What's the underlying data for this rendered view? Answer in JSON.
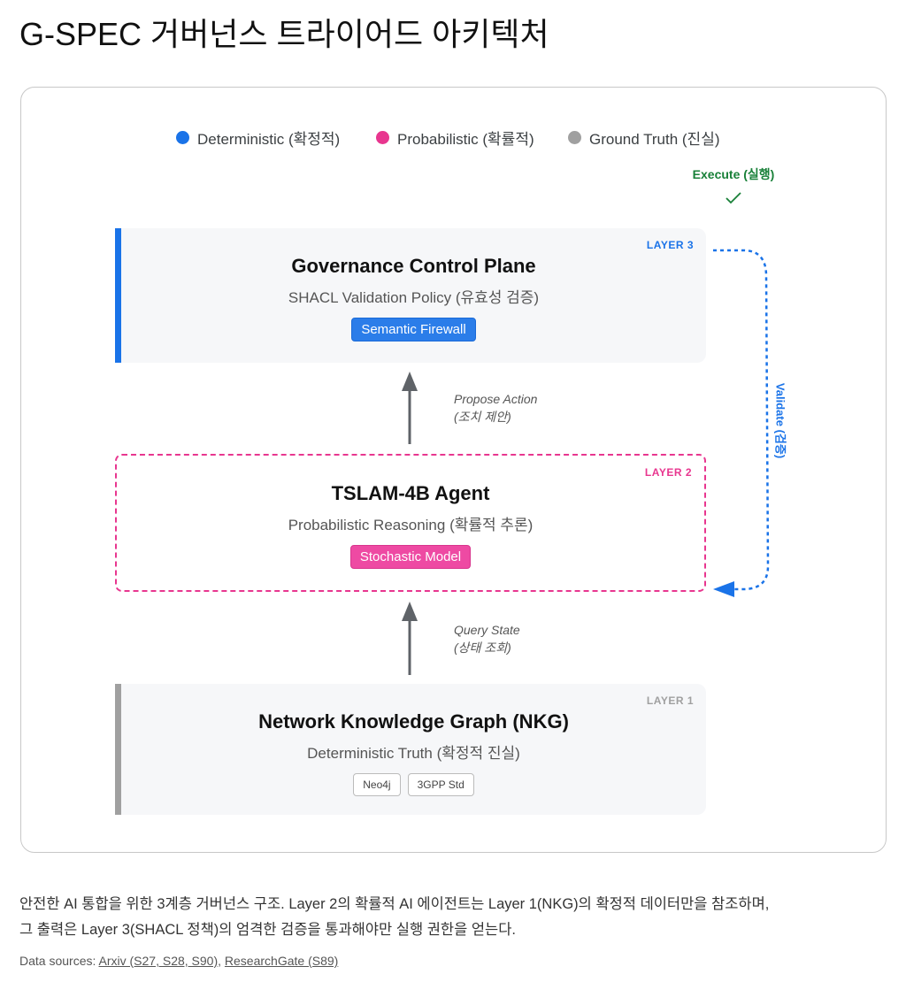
{
  "title": "G-SPEC 거버넌스 트라이어드 아키텍처",
  "legend": [
    {
      "label": "Deterministic (확정적)",
      "color": "#1a73e8"
    },
    {
      "label": "Probabilistic (확률적)",
      "color": "#e8368f"
    },
    {
      "label": "Ground Truth (진실)",
      "color": "#a0a0a0"
    }
  ],
  "execute": {
    "label": "Execute (실행)",
    "icon": "check-icon",
    "color": "#188038"
  },
  "validate": {
    "label": "Validate (검증)",
    "color": "#1a73e8"
  },
  "layers": [
    {
      "tag": "LAYER 3",
      "title": "Governance Control Plane",
      "sub": "SHACL Validation Policy (유효성 검증)",
      "chips": [
        "Semantic Firewall"
      ],
      "color": "#1a73e8"
    },
    {
      "tag": "LAYER 2",
      "title": "TSLAM-4B Agent",
      "sub": "Probabilistic Reasoning (확률적 추론)",
      "chips": [
        "Stochastic Model"
      ],
      "color": "#e8368f"
    },
    {
      "tag": "LAYER 1",
      "title": "Network Knowledge Graph (NKG)",
      "sub": "Deterministic Truth (확정적 진실)",
      "chips": [
        "Neo4j",
        "3GPP Std"
      ],
      "color": "#a0a0a0"
    }
  ],
  "edges": [
    {
      "line1": "Propose Action",
      "line2": "(조치 제안)"
    },
    {
      "line1": "Query State",
      "line2": "(상태 조회)"
    }
  ],
  "description": {
    "line1": "안전한 AI 통합을 위한 3계층 거버넌스 구조. Layer 2의 확률적 AI 에이전트는 Layer 1(NKG)의 확정적 데이터만을 참조하며,",
    "line2": "그 출력은 Layer 3(SHACL 정책)의 엄격한 검증을 통과해야만 실행 권한을 얻는다."
  },
  "sources": {
    "prefix": "Data sources: ",
    "links": [
      "Arxiv (S27, S28, S90)",
      "ResearchGate (S89)"
    ]
  }
}
